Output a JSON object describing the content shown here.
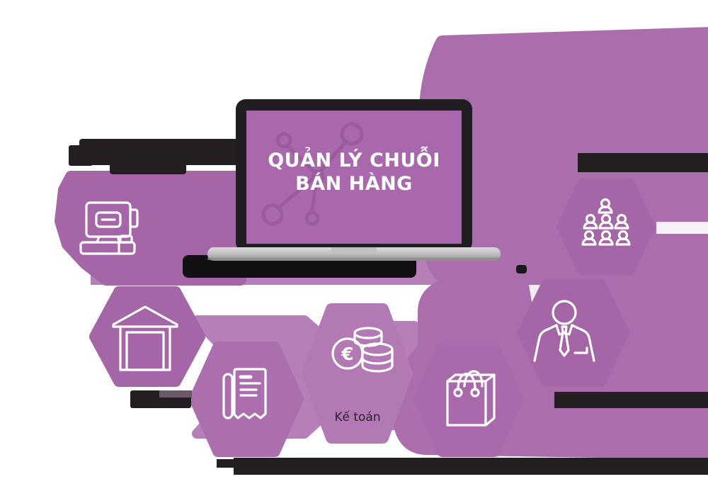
{
  "screen": {
    "title_line1": "QUẢN LÝ CHUỖI",
    "title_line2": "BÁN HÀNG"
  },
  "hexagons": {
    "accounting_label": "Kế toán"
  },
  "icons": {
    "euro_symbol": "€",
    "names": [
      "network-icon",
      "pos-terminal-icon",
      "team-icon",
      "warehouse-icon",
      "receipt-icon",
      "coins-icon",
      "shopping-bag-icon",
      "businessman-icon"
    ]
  },
  "colors": {
    "hexagon_dark": "#a466a6",
    "hexagon_mid": "#aa6eac",
    "hexagon_light": "#b279b4",
    "ribbon_light": "#b77fb9",
    "screen_purple": "#a868ab",
    "molecule_purple": "#9a5c9d",
    "laptop_bezel": "#211e21",
    "laptop_base": "#c9c9cb",
    "redaction_black": "#231f20",
    "accounting_text": "#2b222d",
    "icon_stroke": "#ffffff"
  }
}
